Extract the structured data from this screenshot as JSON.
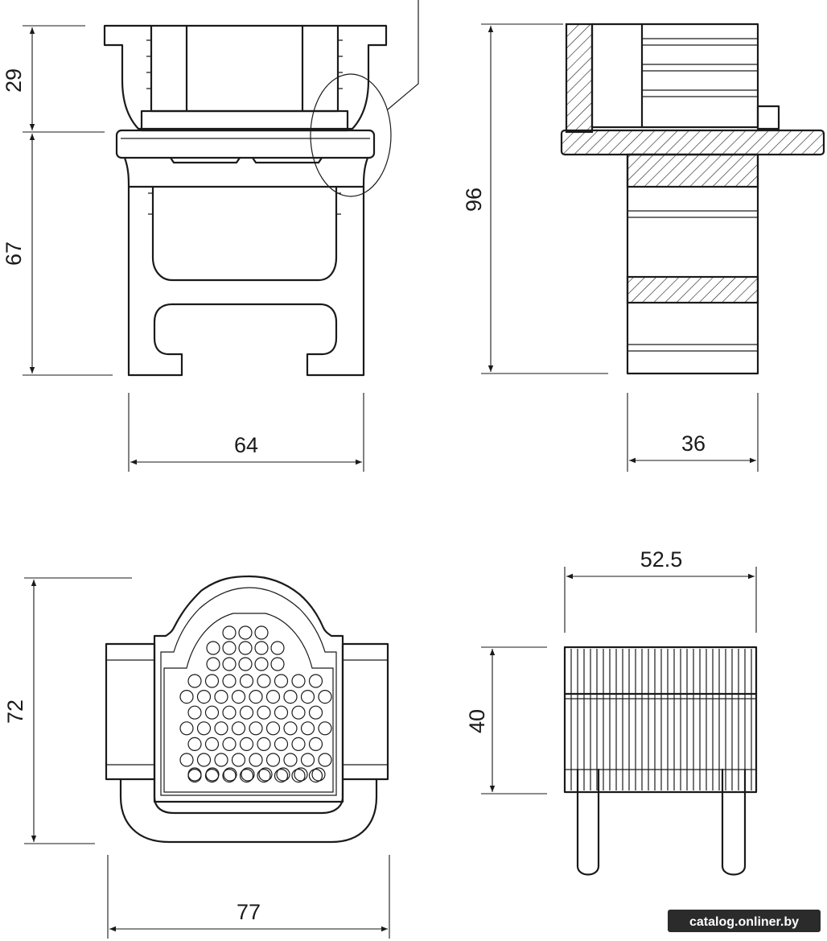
{
  "dimensions": {
    "front_upper_height": "29",
    "front_lower_height": "67",
    "front_width": "64",
    "side_height": "96",
    "side_width": "36",
    "face_height": "72",
    "face_width": "77",
    "plug_width": "52.5",
    "plug_height": "40"
  },
  "watermark": "catalog.onliner.by",
  "colors": {
    "line": "#1a1a1a",
    "background": "#ffffff",
    "watermark_bg": "#2b2b2b"
  }
}
